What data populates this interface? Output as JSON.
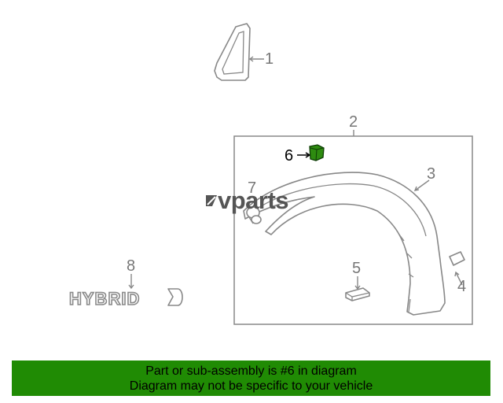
{
  "diagram": {
    "callouts": [
      {
        "id": "1",
        "label": "1"
      },
      {
        "id": "2",
        "label": "2"
      },
      {
        "id": "3",
        "label": "3"
      },
      {
        "id": "4",
        "label": "4"
      },
      {
        "id": "5",
        "label": "5"
      },
      {
        "id": "6",
        "label": "6",
        "highlighted": true
      },
      {
        "id": "7",
        "label": "7"
      },
      {
        "id": "8",
        "label": "8"
      }
    ],
    "badge_text": "HYBRID",
    "watermark": "vparts",
    "highlight_color": "#2e8b10"
  },
  "banner": {
    "line1": "Part or sub-assembly is #6 in diagram",
    "line2": "Diagram may not be specific to your vehicle",
    "background": "#208b04"
  }
}
